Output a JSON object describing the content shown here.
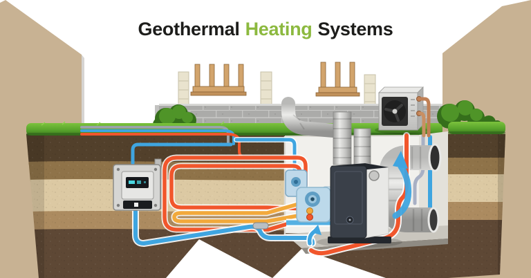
{
  "title": {
    "full": "Geothermal Heating Systems",
    "parts": [
      {
        "text": "Geothermal",
        "color": "#1d1d1b"
      },
      {
        "text": "Heating",
        "color": "#8cb93f"
      },
      {
        "text": "Systems",
        "color": "#1d1d1b"
      }
    ]
  },
  "palette": {
    "background": "#ffffff",
    "corner_walls": "#c8b293",
    "grass": "#58a42c",
    "soil_layers": [
      "#52402b",
      "#8f7349",
      "#dcc9a3",
      "#ac8b60",
      "#5e4835"
    ],
    "foundation_blocks": "#ababa9",
    "duct_metal": "#d9d9d7",
    "furnace_body": "#3a4049",
    "cold_loop_pipe": "#3fa5e0",
    "hot_loop_pipe": "#f1562c",
    "warm_loop_pipe": "#f2a93b",
    "refrigerant_pipe": "#c08055",
    "manifold_plate": "#bcd9ea",
    "airflow_arrow": "#3fa5e0",
    "window_wood": "#d2a46c"
  },
  "scene": {
    "components": [
      "house-facade",
      "stone-pillar",
      "wood-window",
      "block-foundation",
      "grass-surface",
      "soil-cross-section",
      "ground-loop-pipes",
      "thermostat-control-box",
      "loop-manifold",
      "water-inlet-box",
      "indoor-furnace-unit",
      "supply-air-duct",
      "return-air-duct",
      "outdoor-heat-pump-unit",
      "fan",
      "refrigerant-lines",
      "airflow-arrow",
      "garden-bush",
      "corner-wall-left",
      "corner-wall-right"
    ]
  }
}
